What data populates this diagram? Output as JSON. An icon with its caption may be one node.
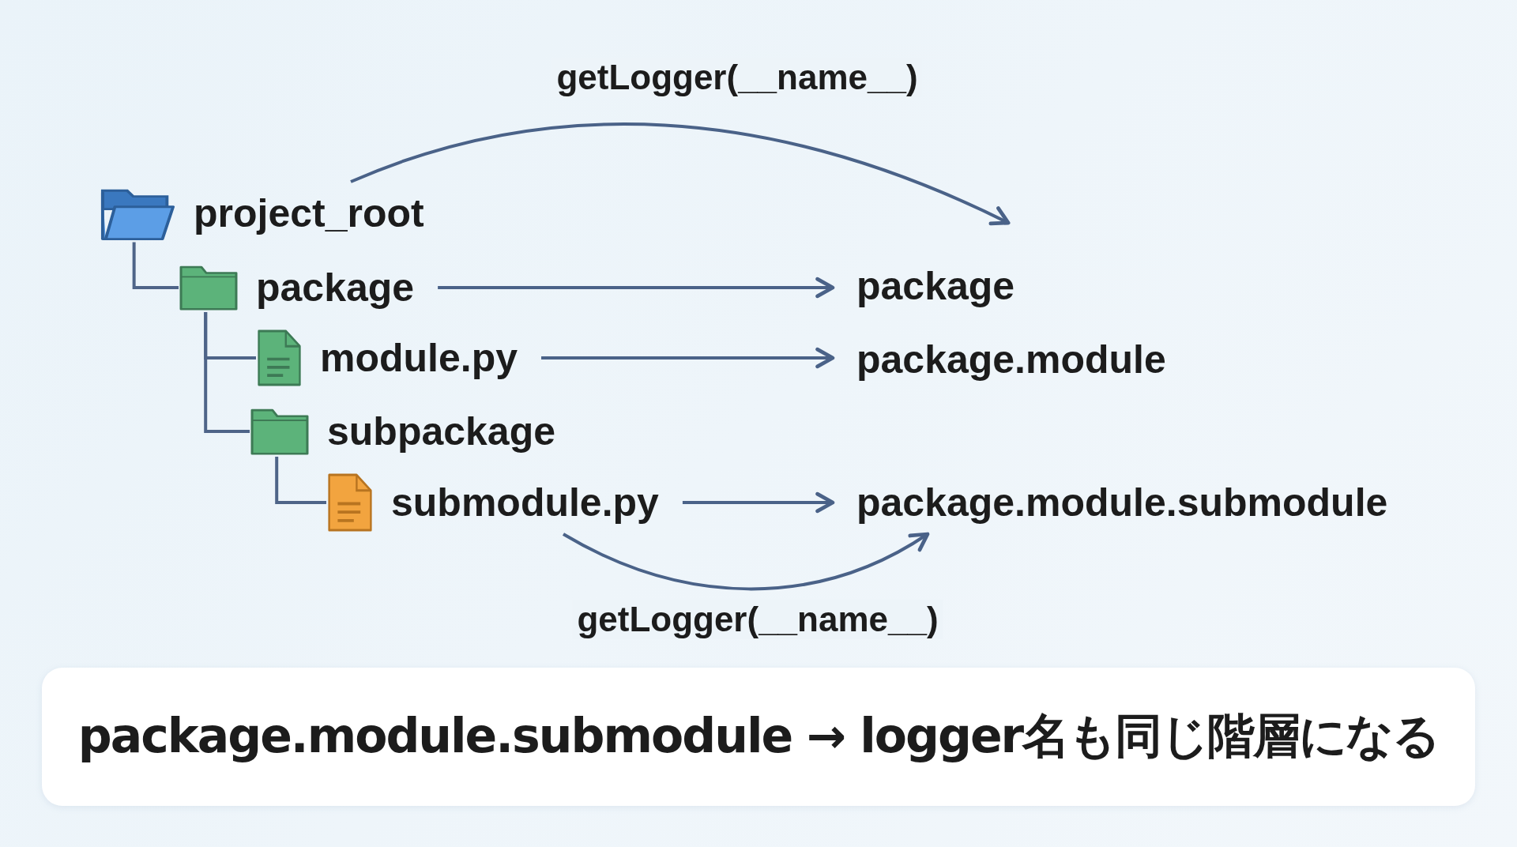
{
  "diagram": {
    "nodes": [
      {
        "text": [
          "project_root"
        ]
      },
      {
        "text": [
          "package"
        ]
      },
      {
        "text": [
          "module.py"
        ]
      },
      {
        "text": [
          "subpackage"
        ]
      },
      {
        "text": [
          "submodule.py"
        ]
      },
      {
        "text": [
          "package"
        ]
      },
      {
        "text": [
          "package.module"
        ]
      },
      {
        "text": [
          "package.module.submodule"
        ]
      },
      {
        "text": [
          "package.module.submodule → logger名も同じ階層になる"
        ]
      }
    ],
    "edges": [
      {
        "from": 0,
        "to": 1,
        "arrow": "none"
      },
      {
        "from": 1,
        "to": 2,
        "arrow": "none"
      },
      {
        "from": 1,
        "to": 3,
        "arrow": "none"
      },
      {
        "from": 3,
        "to": 4,
        "arrow": "none"
      },
      {
        "from": 1,
        "to": 5,
        "arrow": "to"
      },
      {
        "from": 2,
        "to": 6,
        "arrow": "to"
      },
      {
        "from": 4,
        "to": 7,
        "arrow": "to"
      },
      {
        "from": 0,
        "to": 5,
        "arrow": "to",
        "label": "getLogger(__name__)"
      },
      {
        "from": 4,
        "to": 7,
        "arrow": "to",
        "label": "getLogger(__name__)"
      }
    ]
  }
}
